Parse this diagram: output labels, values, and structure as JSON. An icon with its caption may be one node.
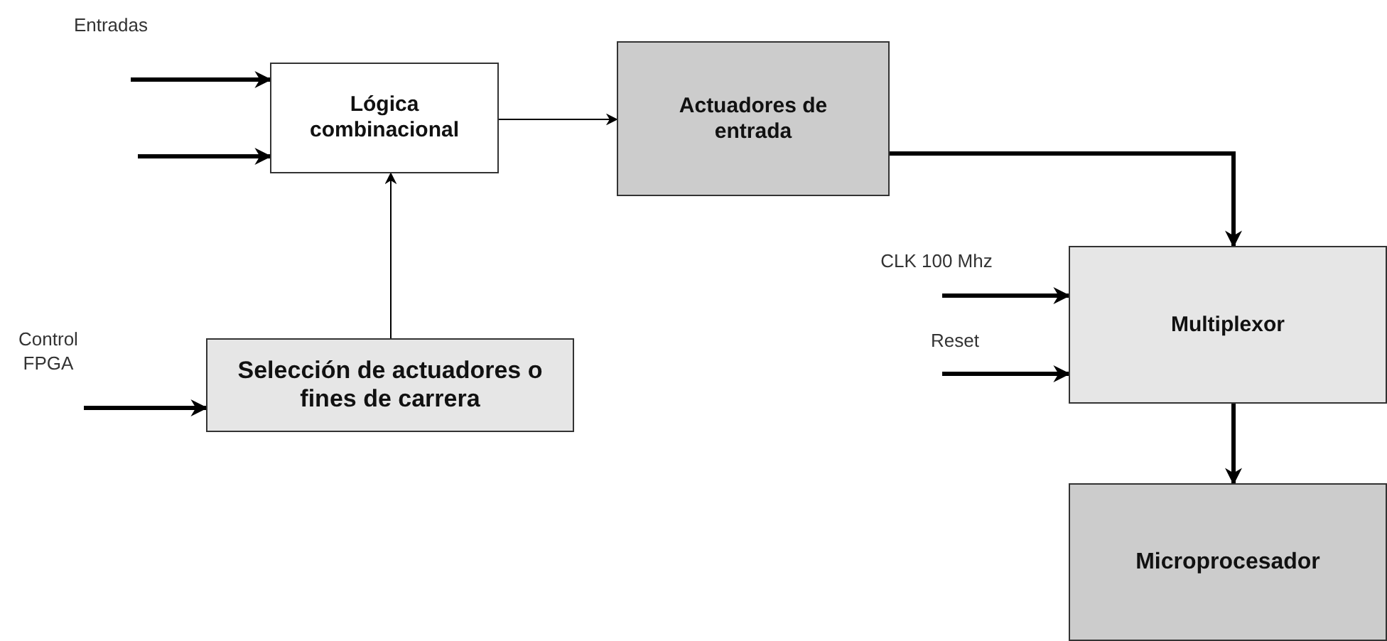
{
  "diagram": {
    "nodes": [
      {
        "text": [
          "Lógica combinacional"
        ]
      },
      {
        "text": [
          "Actuadores de entrada"
        ]
      },
      {
        "text": [
          "Selección de actuadores o fines de carrera"
        ]
      },
      {
        "text": [
          "Multiplexor"
        ]
      },
      {
        "text": [
          "Microprocesador"
        ]
      }
    ],
    "edges": [
      {
        "from": null,
        "to": 0,
        "arrow": "to"
      },
      {
        "from": null,
        "to": 0,
        "arrow": "to"
      },
      {
        "from": 0,
        "to": 1,
        "arrow": "to"
      },
      {
        "from": 2,
        "to": 0,
        "arrow": "to"
      },
      {
        "from": null,
        "to": 2,
        "arrow": "to"
      },
      {
        "from": 1,
        "to": 3,
        "arrow": "to"
      },
      {
        "from": null,
        "to": 3,
        "arrow": "to"
      },
      {
        "from": null,
        "to": 3,
        "arrow": "to"
      },
      {
        "from": 3,
        "to": 4,
        "arrow": "to"
      }
    ],
    "labels": [
      "Entradas",
      "Control FPGA",
      "CLK 100 Mhz",
      "Reset"
    ]
  }
}
